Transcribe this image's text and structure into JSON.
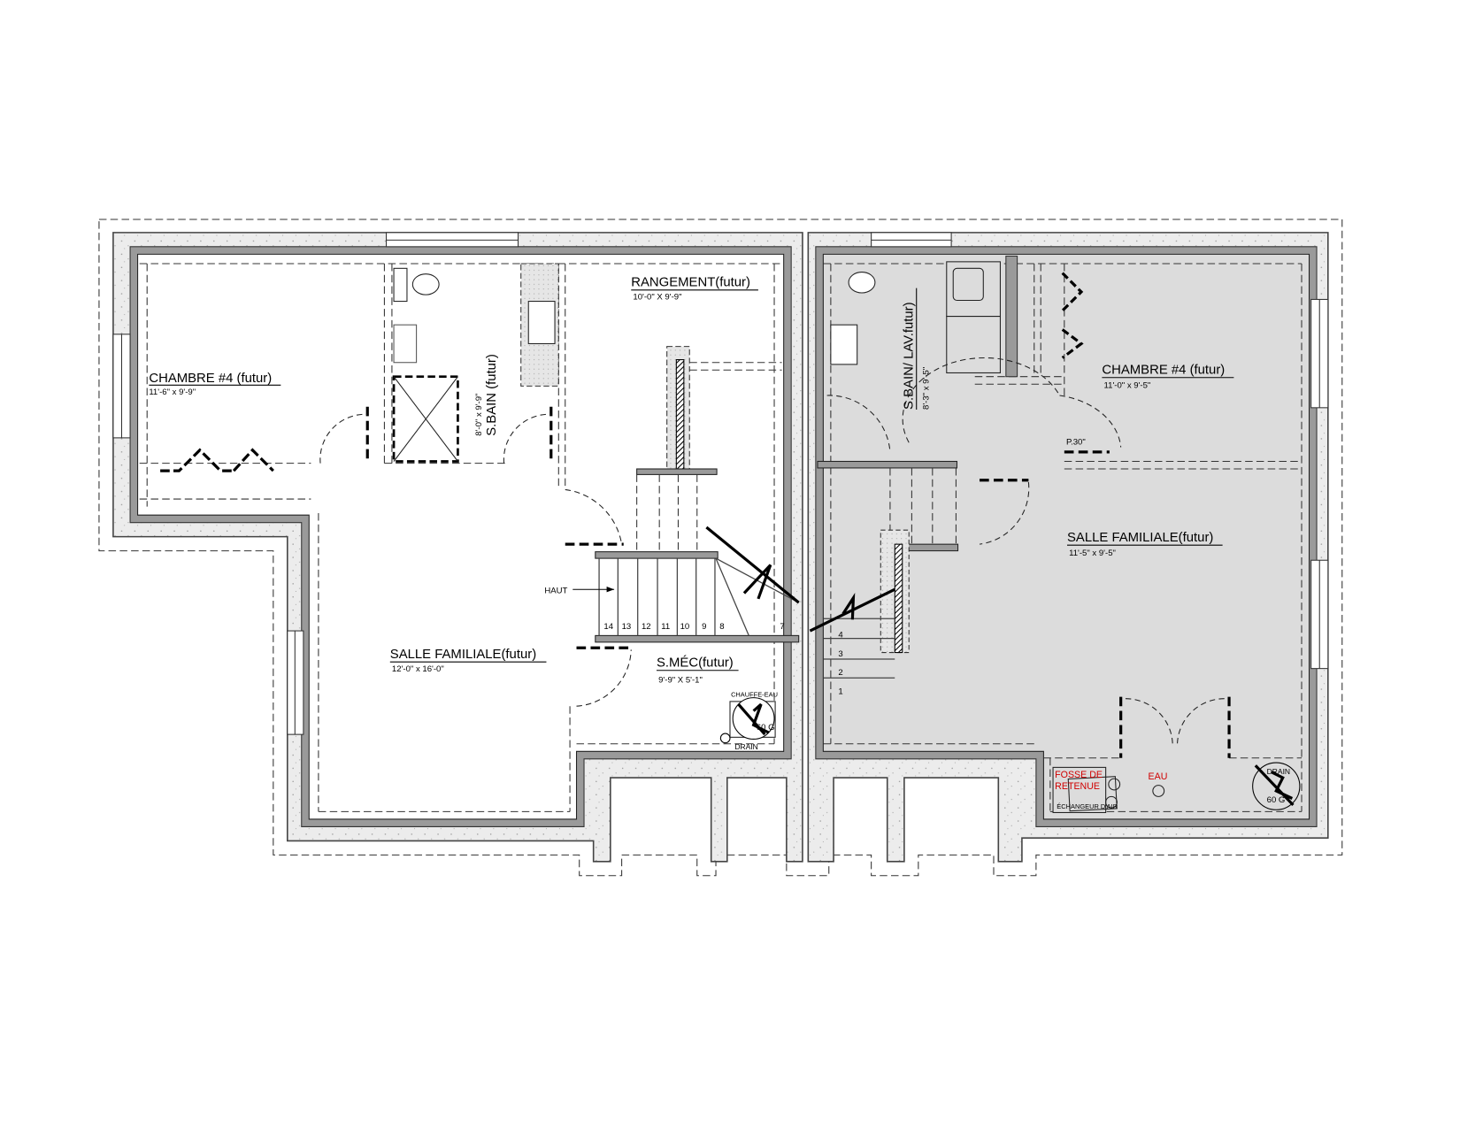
{
  "plan": {
    "left_unit": {
      "bedroom": {
        "name": "CHAMBRE #4 (futur)",
        "size": "11'-6\" x 9'-9\""
      },
      "bathroom": {
        "name": "S.BAIN (futur)",
        "size": "8'-0\" x 9'-9\""
      },
      "storage": {
        "name": "RANGEMENT(futur)",
        "size": "10'-0\" X 9'-9\""
      },
      "family_room": {
        "name": "SALLE FAMILIALE(futur)",
        "size": "12'-0\" x 16'-0\""
      },
      "mechanical": {
        "name": "S.MÉC(futur)",
        "size": "9'-9\" X 5'-1\""
      },
      "stair_direction": "HAUT",
      "stair_steps": [
        "14",
        "13",
        "12",
        "11",
        "10",
        "9",
        "8",
        "7"
      ],
      "water_heater": {
        "label": "CHAUFFE-EAU",
        "capacity": "60 G",
        "drain": "DRAIN"
      }
    },
    "right_unit": {
      "bath_laundry": {
        "name": "S.BAIN/ LAV.futur)",
        "size": "8'-3\" x 9'-5\""
      },
      "bedroom": {
        "name": "CHAMBRE #4 (futur)",
        "size": "11'-0\" x 9'-5\""
      },
      "door_note": "P.30\"",
      "family_room": {
        "name": "SALLE FAMILIALE(futur)",
        "size": "11'-5\" x 9'-5\""
      },
      "stair_steps": [
        "4",
        "3",
        "2",
        "1"
      ],
      "sump": "FOSSE DE RETENUE",
      "air_exchanger": "ÉCHANGEUR D'AIR",
      "water": "EAU",
      "water_heater": {
        "drain": "DRAIN",
        "capacity": "60 G"
      }
    },
    "colors": {
      "wall": "#9a9a9a",
      "concrete": "#ececec",
      "right_floor": "#dcdcdc",
      "annotation": "#d00000"
    }
  }
}
